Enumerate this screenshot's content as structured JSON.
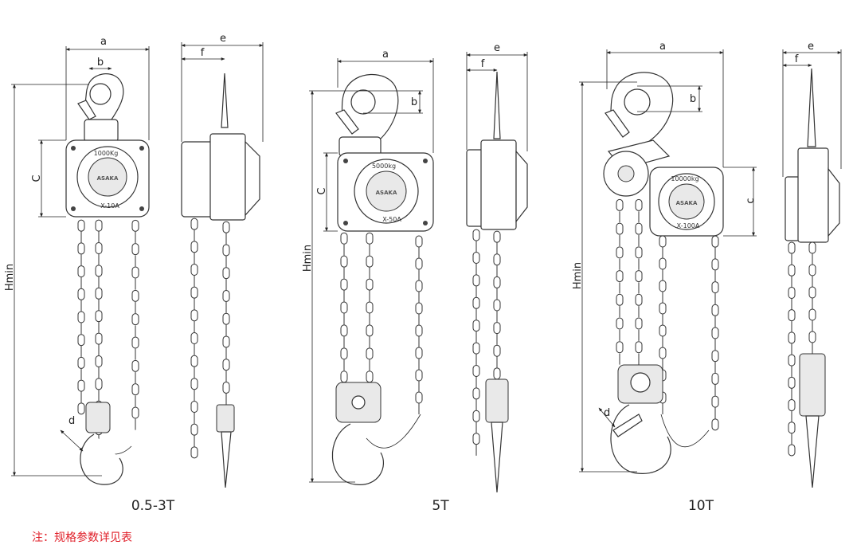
{
  "labels": {
    "dim_a": "a",
    "dim_b": "b",
    "dim_c_upper": "C",
    "dim_c_lower": "c",
    "dim_d": "d",
    "dim_e": "e",
    "dim_f": "f",
    "dim_hmin": "Hmin"
  },
  "hoists": [
    {
      "caption": "0.5-3T",
      "capacity": "1000Kg",
      "model": "X-10A",
      "brand": "ASAKA"
    },
    {
      "caption": "5T",
      "capacity": "5000kg",
      "model": "X-50A",
      "brand": "ASAKA"
    },
    {
      "caption": "10T",
      "capacity": "10000kg",
      "model": "X-100A",
      "brand": "ASAKA"
    }
  ],
  "footer_note": "注：规格参数详见表"
}
